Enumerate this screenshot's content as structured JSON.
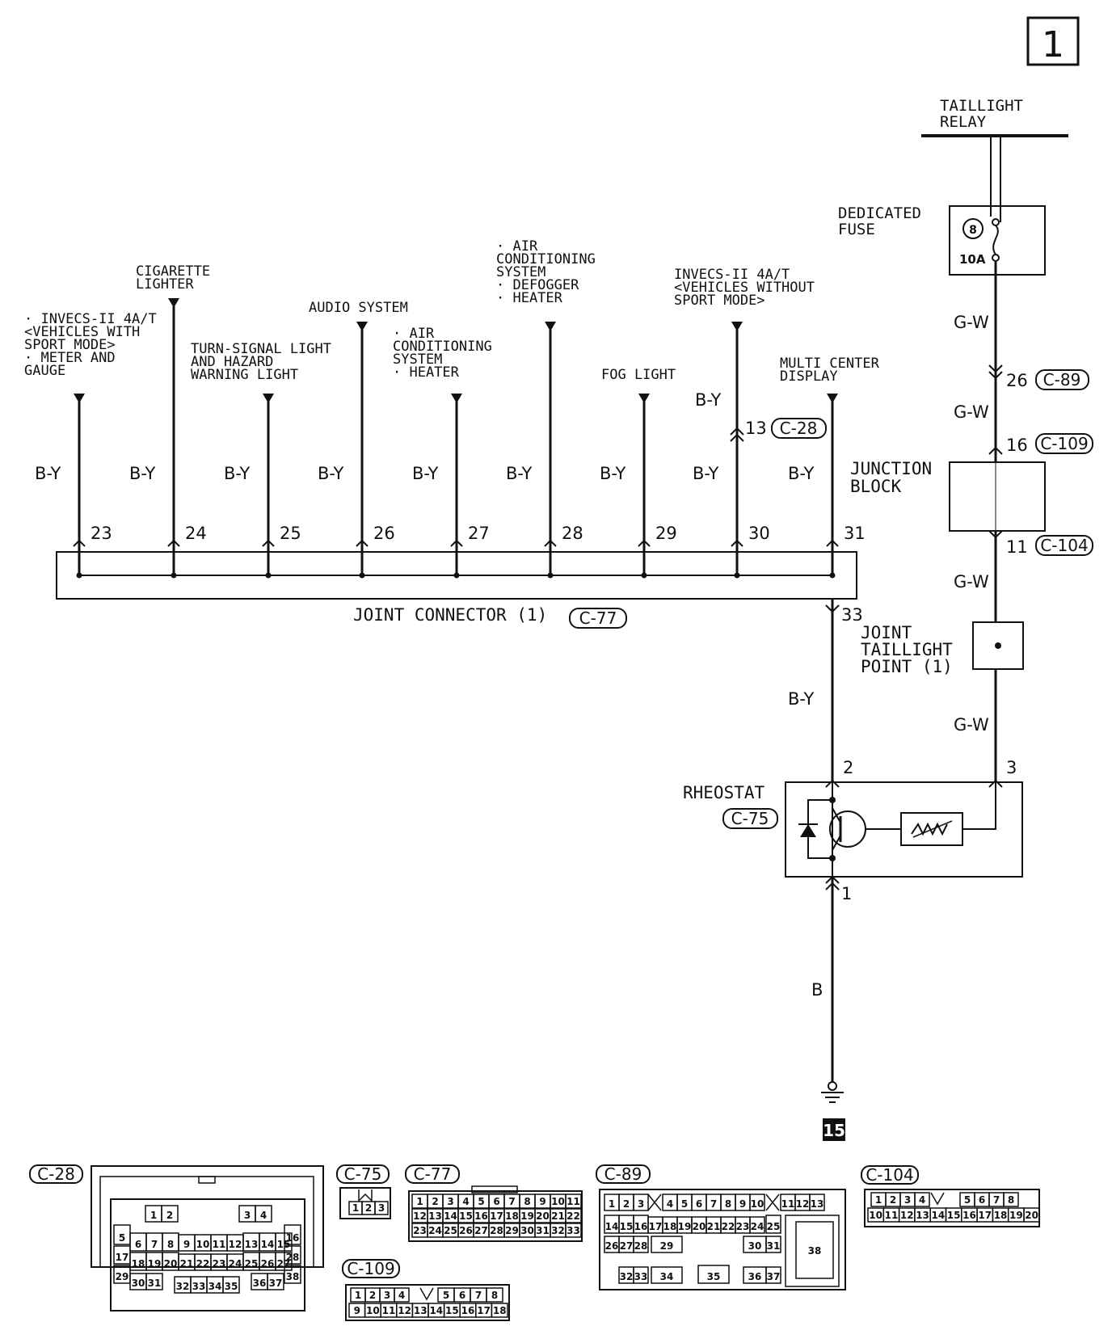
{
  "page_number": "1",
  "ground_number": "15",
  "color_wire": "#111111",
  "taillight_relay": [
    "TAILLIGHT",
    "RELAY"
  ],
  "dedicated_fuse": {
    "label": [
      "DEDICATED",
      "FUSE"
    ],
    "number": "8",
    "rating": "10A"
  },
  "right_branch": {
    "wire_colors": [
      "G-W",
      "G-W",
      "G-W",
      "G-W"
    ],
    "pins": [
      {
        "pin": "26",
        "connector": "C-89"
      },
      {
        "pin": "16",
        "connector": "C-109"
      },
      {
        "pin": "11",
        "connector": "C-104"
      },
      {
        "pin": "3",
        "connector": ""
      }
    ]
  },
  "junction_block": [
    "JUNCTION",
    "BLOCK"
  ],
  "joint_taillight_point": [
    "JOINT",
    "TAILLIGHT",
    "POINT (1)"
  ],
  "loads": [
    {
      "pin": "23",
      "wire": "B-Y",
      "label": [
        "· INVECS-II 4A/T",
        "  <VEHICLES WITH",
        "  SPORT MODE>",
        "· METER AND",
        "  GAUGE"
      ]
    },
    {
      "pin": "24",
      "wire": "B-Y",
      "label": [
        "CIGARETTE",
        "LIGHTER"
      ]
    },
    {
      "pin": "25",
      "wire": "B-Y",
      "label": [
        "TURN-SIGNAL LIGHT",
        "AND HAZARD",
        "WARNING LIGHT"
      ]
    },
    {
      "pin": "26",
      "wire": "B-Y",
      "label": [
        "AUDIO SYSTEM"
      ]
    },
    {
      "pin": "27",
      "wire": "B-Y",
      "label": [
        "· AIR",
        "  CONDITIONING",
        "  SYSTEM",
        "· HEATER"
      ]
    },
    {
      "pin": "28",
      "wire": "B-Y",
      "label": [
        "· AIR",
        "  CONDITIONING",
        "  SYSTEM",
        "· DEFOGGER",
        "· HEATER"
      ]
    },
    {
      "pin": "29",
      "wire": "B-Y",
      "label": [
        "FOG LIGHT"
      ]
    },
    {
      "pin": "30",
      "wire": "B-Y",
      "label": [
        "INVECS-II 4A/T",
        "<VEHICLES WITHOUT",
        " SPORT MODE>"
      ],
      "extra_wire": "B-Y",
      "extra_pin": "13",
      "extra_connector": "C-28"
    },
    {
      "pin": "31",
      "wire": "B-Y",
      "label": [
        "MULTI CENTER",
        "DISPLAY"
      ]
    }
  ],
  "joint_connector": {
    "label": "JOINT CONNECTOR (1)",
    "connector": "C-77",
    "out_pin": "33",
    "out_wire": "B-Y"
  },
  "rheostat": {
    "label": "RHEOSTAT",
    "connector": "C-75",
    "pins": [
      "2",
      "3",
      "1"
    ]
  },
  "ground_wire": "B",
  "connectors": {
    "c28": {
      "name": "C-28",
      "rows": [
        [
          "1",
          "2",
          "3",
          "4"
        ],
        [
          "5",
          "6",
          "7",
          "8",
          "9",
          "10",
          "11",
          "12",
          "13",
          "14",
          "15",
          "16"
        ],
        [
          "17",
          "18",
          "19",
          "20",
          "21",
          "22",
          "23",
          "24",
          "25",
          "26",
          "27",
          "28"
        ],
        [
          "29",
          "30",
          "31",
          "32",
          "33",
          "34",
          "35",
          "36",
          "37",
          "38"
        ]
      ]
    },
    "c75": {
      "name": "C-75",
      "cells": [
        "1",
        "2",
        "3"
      ]
    },
    "c77": {
      "name": "C-77",
      "rows": [
        [
          "1",
          "2",
          "3",
          "4",
          "5",
          "6",
          "7",
          "8",
          "9",
          "10",
          "11"
        ],
        [
          "12",
          "13",
          "14",
          "15",
          "16",
          "17",
          "18",
          "19",
          "20",
          "21",
          "22"
        ],
        [
          "23",
          "24",
          "25",
          "26",
          "27",
          "28",
          "29",
          "30",
          "31",
          "32",
          "33"
        ]
      ]
    },
    "c89": {
      "name": "C-89",
      "rows": [
        [
          "1",
          "2",
          "3",
          "4",
          "5",
          "6",
          "7",
          "8",
          "9",
          "10",
          "11",
          "12",
          "13"
        ],
        [
          "14",
          "15",
          "16",
          "17",
          "18",
          "19",
          "20",
          "21",
          "22",
          "23",
          "24",
          "25"
        ],
        [
          "26",
          "27",
          "28",
          "29",
          "30",
          "31"
        ],
        [
          "32",
          "33",
          "34",
          "35",
          "36",
          "37"
        ]
      ],
      "big": "38"
    },
    "c104": {
      "name": "C-104",
      "rows": [
        [
          "1",
          "2",
          "3",
          "4",
          "5",
          "6",
          "7",
          "8"
        ],
        [
          "10",
          "11",
          "12",
          "13",
          "14",
          "15",
          "16",
          "17",
          "18",
          "19",
          "20"
        ]
      ]
    },
    "c109": {
      "name": "C-109",
      "rows": [
        [
          "1",
          "2",
          "3",
          "4",
          "5",
          "6",
          "7",
          "8"
        ],
        [
          "9",
          "10",
          "11",
          "12",
          "13",
          "14",
          "15",
          "16",
          "17",
          "18"
        ]
      ]
    }
  }
}
